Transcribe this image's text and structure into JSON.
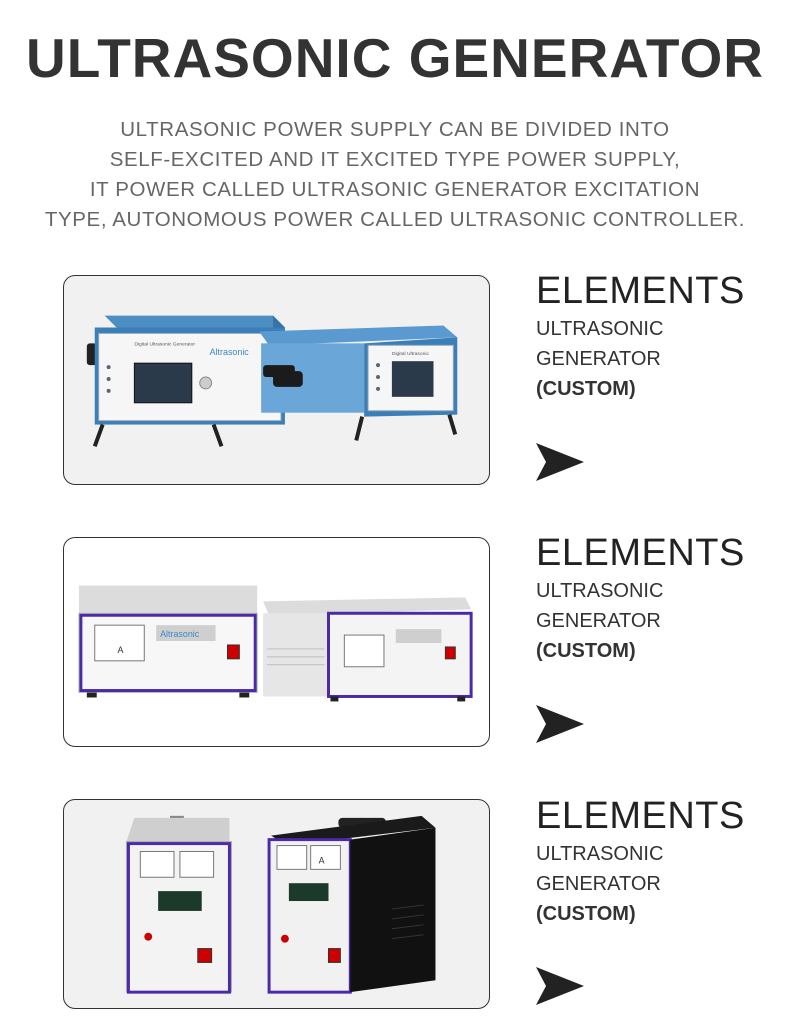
{
  "header": {
    "title_plain": "ULTRASONIC",
    "title_highlight": "GENERATOR",
    "accent_color": "#27bdf0",
    "description_lines": [
      "ULTRASONIC POWER SUPPLY CAN BE DIVIDED INTO",
      "SELF-EXCITED AND IT EXCITED TYPE POWER SUPPLY,",
      "IT POWER CALLED ULTRASONIC GENERATOR EXCITATION",
      "TYPE, AUTONOMOUS POWER CALLED ULTRASONIC CONTROLLER."
    ]
  },
  "products": [
    {
      "heading": "ELEMENTS",
      "line1": "ULTRASONIC",
      "line2": "GENERATOR",
      "line3": "(CUSTOM)",
      "arrow_icon": "arrow-right-icon",
      "image": {
        "brand": "Altrasonic",
        "panel_title": "Digital Ultrasonic Generator"
      }
    },
    {
      "heading": "ELEMENTS",
      "line1": "ULTRASONIC",
      "line2": "GENERATOR",
      "line3": "(CUSTOM)",
      "arrow_icon": "arrow-right-icon",
      "image": {
        "brand": "Altrasonic",
        "meter_unit": "A"
      }
    },
    {
      "heading": "ELEMENTS",
      "line1": "ULTRASONIC",
      "line2": "GENERATOR",
      "line3": "(CUSTOM)",
      "arrow_icon": "arrow-right-icon",
      "image": {
        "meter_unit": "A"
      }
    }
  ]
}
